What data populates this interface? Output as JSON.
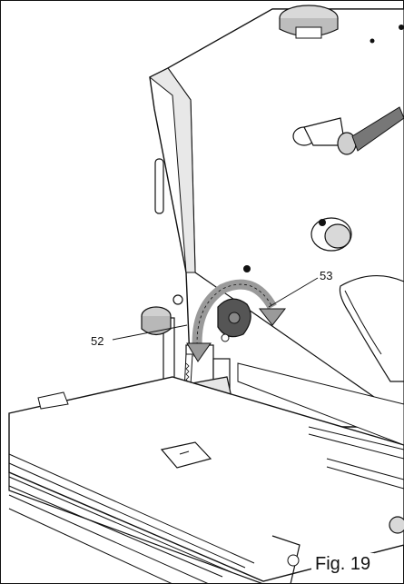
{
  "figure": {
    "caption": "Fig. 19",
    "callouts": {
      "left": "52",
      "right": "53"
    }
  },
  "colors": {
    "line": "#111111",
    "fill": "#ffffff",
    "shade": "#d9d9d9",
    "dark": "#444444",
    "arrow": "#9a9a9a"
  },
  "icons": {
    "rotate_arrow": "curved-rotate-arrow-icon"
  }
}
